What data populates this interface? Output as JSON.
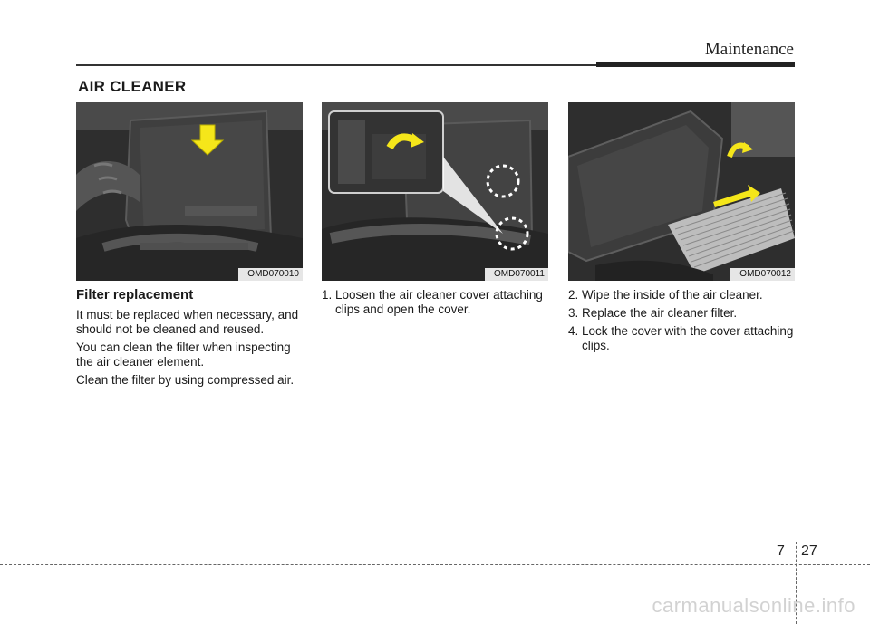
{
  "header": {
    "section": "Maintenance"
  },
  "title": "AIR CLEANER",
  "figures": [
    {
      "code": "OMD070010"
    },
    {
      "code": "OMD070011"
    },
    {
      "code": "OMD070012"
    }
  ],
  "col1": {
    "heading": "Filter replacement",
    "paragraphs": [
      "It must be replaced when necessary, and should not be cleaned and reused.",
      "You can clean the filter when inspecting the air cleaner element.",
      "Clean the filter by using compressed air."
    ]
  },
  "col2": {
    "steps": [
      "1. Loosen the air cleaner cover attaching clips and open the cover."
    ]
  },
  "col3": {
    "steps": [
      "2. Wipe the inside of the air cleaner.",
      "3. Replace the air cleaner filter.",
      "4. Lock the cover with the cover attaching clips."
    ]
  },
  "footer": {
    "chapter": "7",
    "page": "27",
    "watermark": "carmanualsonline.info"
  },
  "colors": {
    "arrow_yellow": "#f5e61a",
    "photo_dark": "#3a3a3a"
  }
}
